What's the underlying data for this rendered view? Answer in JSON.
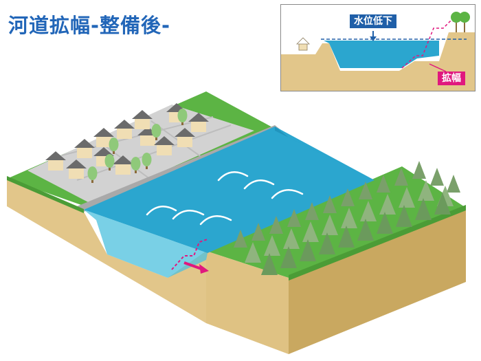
{
  "title": "河道拡幅-整備後-",
  "inset": {
    "water_level_label": "水位低下",
    "widening_label": "拡幅"
  },
  "colors": {
    "title": "#2266b8",
    "water": "#2ba6cf",
    "earth": "#e2c68a",
    "grass": "#5cb444",
    "tag_water": "#1f5fa8",
    "tag_widen": "#e0187e",
    "arrow": "#e0187e"
  },
  "icons": [
    "house-icon",
    "tree-icon",
    "arrow-down-icon",
    "arrow-right-icon"
  ]
}
